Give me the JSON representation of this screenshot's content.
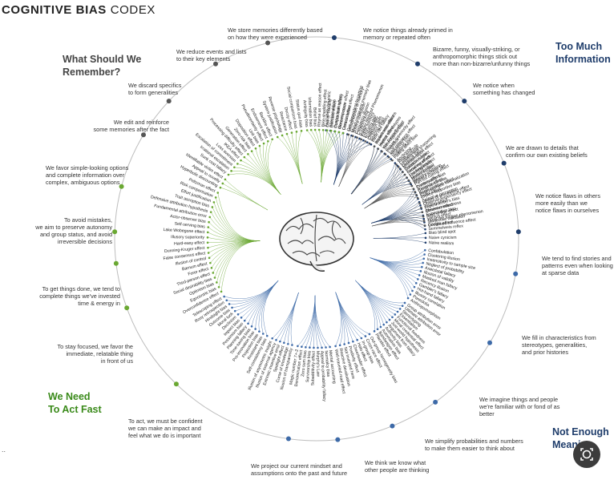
{
  "title": {
    "bold": "COGNITIVE BIAS",
    "rest": " CODEX"
  },
  "quadrants": {
    "remember": [
      "What Should We",
      "Remember?"
    ],
    "information": [
      "Too Much",
      "Information"
    ],
    "act": [
      "We Need",
      "To Act Fast"
    ],
    "meaning": [
      "Not Enough",
      "Meaning"
    ]
  },
  "colors": {
    "remember": "#555555",
    "information": "#1f3d6b",
    "act": "#6aa832",
    "meaning": "#3d6aa8"
  },
  "corner_icon": "lens-icon",
  "corner_dots": "..",
  "captions": [
    {
      "lines": [
        "We store memories differently based",
        "on how they were experienced"
      ],
      "group": "remember"
    },
    {
      "lines": [
        "We reduce events and lists",
        "to their key elements"
      ],
      "group": "remember"
    },
    {
      "lines": [
        "We discard specifics",
        "to form generalities"
      ],
      "group": "remember"
    },
    {
      "lines": [
        "We edit and reinforce",
        "some memories after the fact"
      ],
      "group": "remember"
    },
    {
      "lines": [
        "We favor simple-looking options",
        "and complete information over",
        "complex, ambiguous options"
      ],
      "group": "act"
    },
    {
      "lines": [
        "To avoid mistakes,",
        "we aim to preserve autonomy",
        "and group status, and avoid",
        "irreversible decisions"
      ],
      "group": "act"
    },
    {
      "lines": [
        "To get things done, we tend to",
        "complete things we've invested",
        "time & energy in"
      ],
      "group": "act"
    },
    {
      "lines": [
        "To stay focused, we favor the",
        "immediate, relatable thing",
        "in front of us"
      ],
      "group": "act"
    },
    {
      "lines": [
        "To act, we must be confident",
        "we can make an impact and",
        "feel what we do is important"
      ],
      "group": "act"
    },
    {
      "lines": [
        "We project our current mindset and",
        "assumptions onto the past and future"
      ],
      "group": "meaning"
    },
    {
      "lines": [
        "We think we know what",
        "other people are thinking"
      ],
      "group": "meaning"
    },
    {
      "lines": [
        "We simplify probabilities and numbers",
        "to make them easier to think about"
      ],
      "group": "meaning"
    },
    {
      "lines": [
        "We imagine things and people",
        "we're familiar with or fond of as",
        "better"
      ],
      "group": "meaning"
    },
    {
      "lines": [
        "We fill in characteristics from",
        "stereotypes, generalities,",
        "and prior histories"
      ],
      "group": "meaning"
    },
    {
      "lines": [
        "We tend to find stories and",
        "patterns even when looking",
        "at sparse data"
      ],
      "group": "meaning"
    },
    {
      "lines": [
        "We notice flaws in others",
        "more easily than we",
        "notice flaws in ourselves"
      ],
      "group": "information"
    },
    {
      "lines": [
        "We are drawn to details that",
        "confirm our own existing beliefs"
      ],
      "group": "information"
    },
    {
      "lines": [
        "We notice when",
        "something has changed"
      ],
      "group": "information"
    },
    {
      "lines": [
        "Bizarre, funny, visually-striking, or",
        "anthropomorphic things stick out",
        "more than non-bizarre/unfunny things"
      ],
      "group": "information"
    },
    {
      "lines": [
        "We notice things already primed in",
        "memory or repeated often"
      ],
      "group": "information"
    }
  ],
  "branches": [
    {
      "group": "information",
      "items": [
        "Availability heuristic",
        "Attentional bias",
        "Illusory truth effect",
        "Mere exposure effect",
        "Context effect",
        "Cue-dependent forgetting",
        "Mood-congruent memory bias",
        "Frequency illusion",
        "Baader-Meinhof Phenomenon",
        "Empathy gap",
        "Omission bias",
        "Base rate fallacy"
      ]
    },
    {
      "group": "information",
      "items": [
        "Bizarreness effect",
        "Humor effect",
        "Von Restorff effect",
        "Picture superiority effect",
        "Self-relevance effect",
        "Negativity bias"
      ]
    },
    {
      "group": "information",
      "items": [
        "Anchoring",
        "Conservatism",
        "Contrast effect",
        "Distinction bias",
        "Focusing effect",
        "Framing effect",
        "Money illusion",
        "Weber-Fechner law"
      ]
    },
    {
      "group": "information",
      "items": [
        "Confirmation bias",
        "Congruence bias",
        "Post-purchase rationalization",
        "Choice-supportive bias",
        "Selective perception",
        "Observer-expectancy effect",
        "Experimenter's bias",
        "Observer effect",
        "Expectation bias",
        "Ostrich effect",
        "Subjective validation",
        "Continued influence effect",
        "Semmelweis reflex"
      ]
    },
    {
      "group": "information",
      "items": [
        "Bias blind spot",
        "Naive cynicism",
        "Naive realism"
      ]
    },
    {
      "group": "meaning",
      "items": [
        "Confabulation",
        "Clustering illusion",
        "Insensitivity to sample size",
        "Neglect of probability",
        "Anecdotal fallacy",
        "Illusion of validity",
        "Masked man fallacy",
        "Recency illusion",
        "Gambler's fallacy",
        "Hot-hand fallacy",
        "Illusory correlation",
        "Pareidolia",
        "Anthropomorphism"
      ]
    },
    {
      "group": "meaning",
      "items": [
        "Group attribution error",
        "Ultimate attribution error",
        "Stereotyping",
        "Essentialism",
        "Functional fixedness",
        "Moral credential effect",
        "Just-world hypothesis",
        "Argument from fallacy",
        "Authority bias",
        "Automation bias",
        "Bandwagon effect",
        "Placebo effect"
      ]
    },
    {
      "group": "meaning",
      "items": [
        "Out-group homogeneity bias",
        "Cross-race effect",
        "In-group bias",
        "Halo effect",
        "Cheerleader effect",
        "Positivity effect",
        "Not invented here",
        "Reactive devaluation",
        "Well-traveled road effect"
      ]
    },
    {
      "group": "meaning",
      "items": [
        "Mental accounting",
        "Normalcy bias",
        "Appeal to probability fallacy",
        "Murphy's Law",
        "Subadditivity effect",
        "Survivorship bias",
        "Zero sum bias",
        "Denomination effect",
        "Magic number 7+-2"
      ]
    },
    {
      "group": "meaning",
      "items": [
        "Illusion of transparency",
        "Curse of knowledge",
        "Spotlight effect",
        "Extrinsic incentive error",
        "Illusion of external agency",
        "Illusion of asymmetric insight"
      ]
    },
    {
      "group": "meaning",
      "items": [
        "Self-consistency bias",
        "Resistant bias",
        "Projection bias",
        "Pro-innovation bias",
        "Time-saving bias",
        "Planning fallacy",
        "Pessimism bias",
        "Impact bias",
        "Declinism",
        "Moral luck",
        "Outcome bias",
        "Hindsight bias",
        "Rosy retrospection",
        "Telescoping effect"
      ]
    },
    {
      "group": "act",
      "items": [
        "Overconfidence effect",
        "Egocentric bias",
        "Optimism bias",
        "Social desirability bias",
        "Third-person effect",
        "Forer effect",
        "Barnum effect",
        "Illusion of control",
        "False consensus effect",
        "Dunning-Kruger effect",
        "Hard-easy effect",
        "Illusory superiority",
        "Lake Wobegone effect",
        "Self-serving bias",
        "Actor-observer bias",
        "Fundamental attribution error",
        "Defensive attribution hypothesis",
        "Trait ascription bias",
        "Effort justification",
        "Risk compensation",
        "Peltzman effect"
      ]
    },
    {
      "group": "act",
      "items": [
        "Hyperbolic discounting",
        "Appeal to novelty",
        "Identifiable victim effect"
      ]
    },
    {
      "group": "act",
      "items": [
        "Sunk cost fallacy",
        "Irrational escalation",
        "Escalation of commitment",
        "Loss aversion",
        "IKEA effect",
        "Processing difficulty effect",
        "Generation effect",
        "Zero-risk bias",
        "Disposition effect",
        "Unit bias",
        "Pseudocertainty effect",
        "Endowment effect",
        "Backfire effect"
      ]
    },
    {
      "group": "act",
      "items": [
        "System justification",
        "Reverse psychology",
        "Reactance",
        "Decoy effect",
        "Social comparison bias",
        "Status quo bias"
      ]
    },
    {
      "group": "act",
      "items": [
        "Ambiguity bias",
        "Information bias",
        "Belief bias",
        "Rhyme as reason effect",
        "Bike-shedding effect",
        "Law of Triviality",
        "Delmore effect",
        "Conjunction fallacy",
        "Occam's razor",
        "Less-is-better effect"
      ]
    },
    {
      "group": "remember",
      "items": [
        "Misattribution of memory",
        "Source confusion",
        "Cryptomnesia",
        "False memory",
        "Suggestibility",
        "Spacing effect"
      ]
    },
    {
      "group": "remember",
      "items": [
        "Implicit associations",
        "Implicit stereotypes",
        "Stereotypical bias",
        "Prejudice",
        "Negativity bias",
        "Fading affect bias"
      ]
    },
    {
      "group": "remember",
      "items": [
        "Peak-end rule",
        "Leveling and sharpening",
        "Misinformation effect",
        "Duration neglect",
        "Serial recall effect",
        "List-length effect",
        "Modality effect",
        "Memory inhibition",
        "Part-list cueing effect",
        "Primacy effect",
        "Recency effect",
        "Serial position effect",
        "Suffix effect"
      ]
    },
    {
      "group": "remember",
      "items": [
        "Levels of processing effect",
        "Testing effect",
        "Absent-mindedness",
        "Next-in-line effect",
        "Tip of the tongue phenomenon",
        "Google effect"
      ]
    }
  ]
}
